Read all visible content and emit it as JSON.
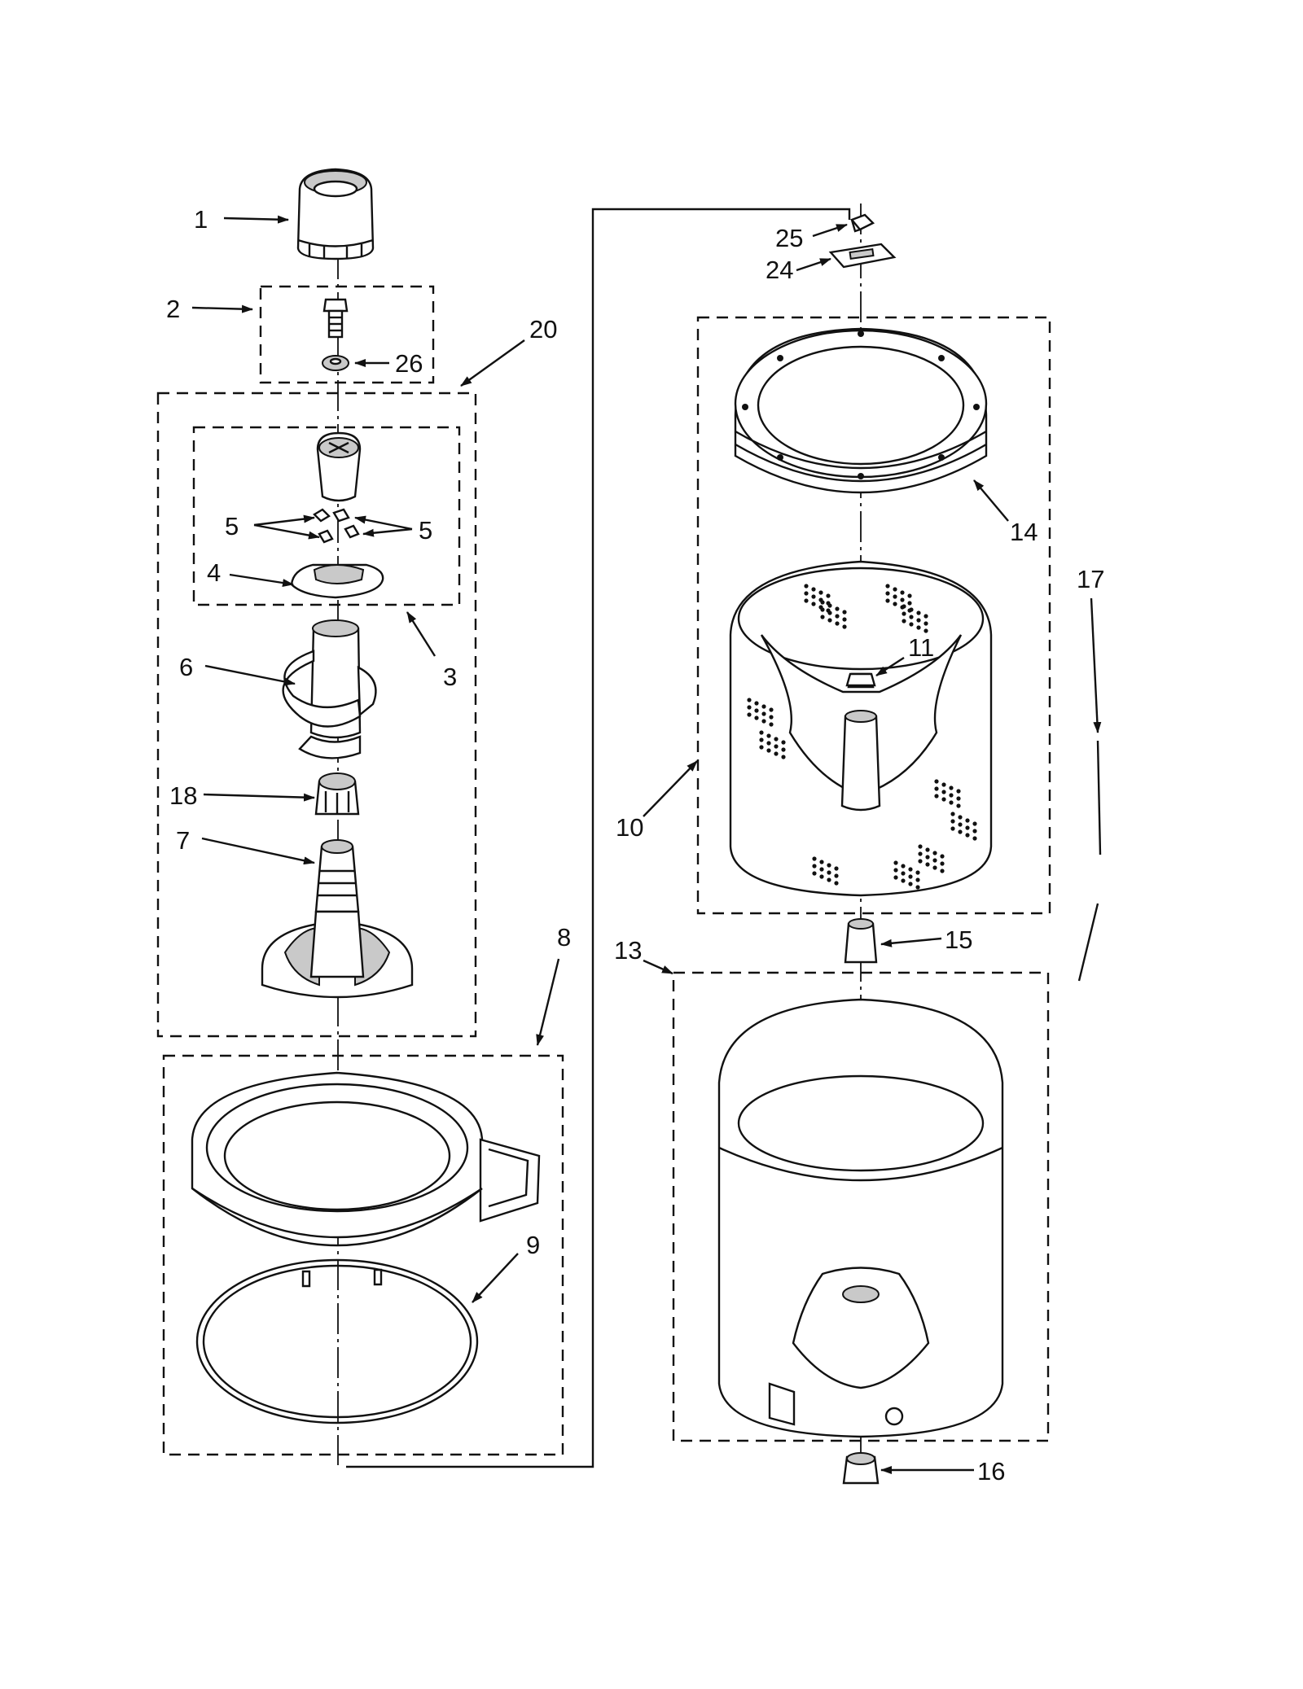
{
  "callouts": {
    "c1": "1",
    "c2": "2",
    "c3": "3",
    "c4": "4",
    "c5a": "5",
    "c5b": "5",
    "c6": "6",
    "c7": "7",
    "c8": "8",
    "c9": "9",
    "c10": "10",
    "c11": "11",
    "c13": "13",
    "c14": "14",
    "c15": "15",
    "c16": "16",
    "c17": "17",
    "c18": "18",
    "c20": "20",
    "c24": "24",
    "c25": "25",
    "c26": "26"
  },
  "colors": {
    "line": "#111111",
    "background": "#ffffff",
    "shade": "#c9c9c9"
  }
}
